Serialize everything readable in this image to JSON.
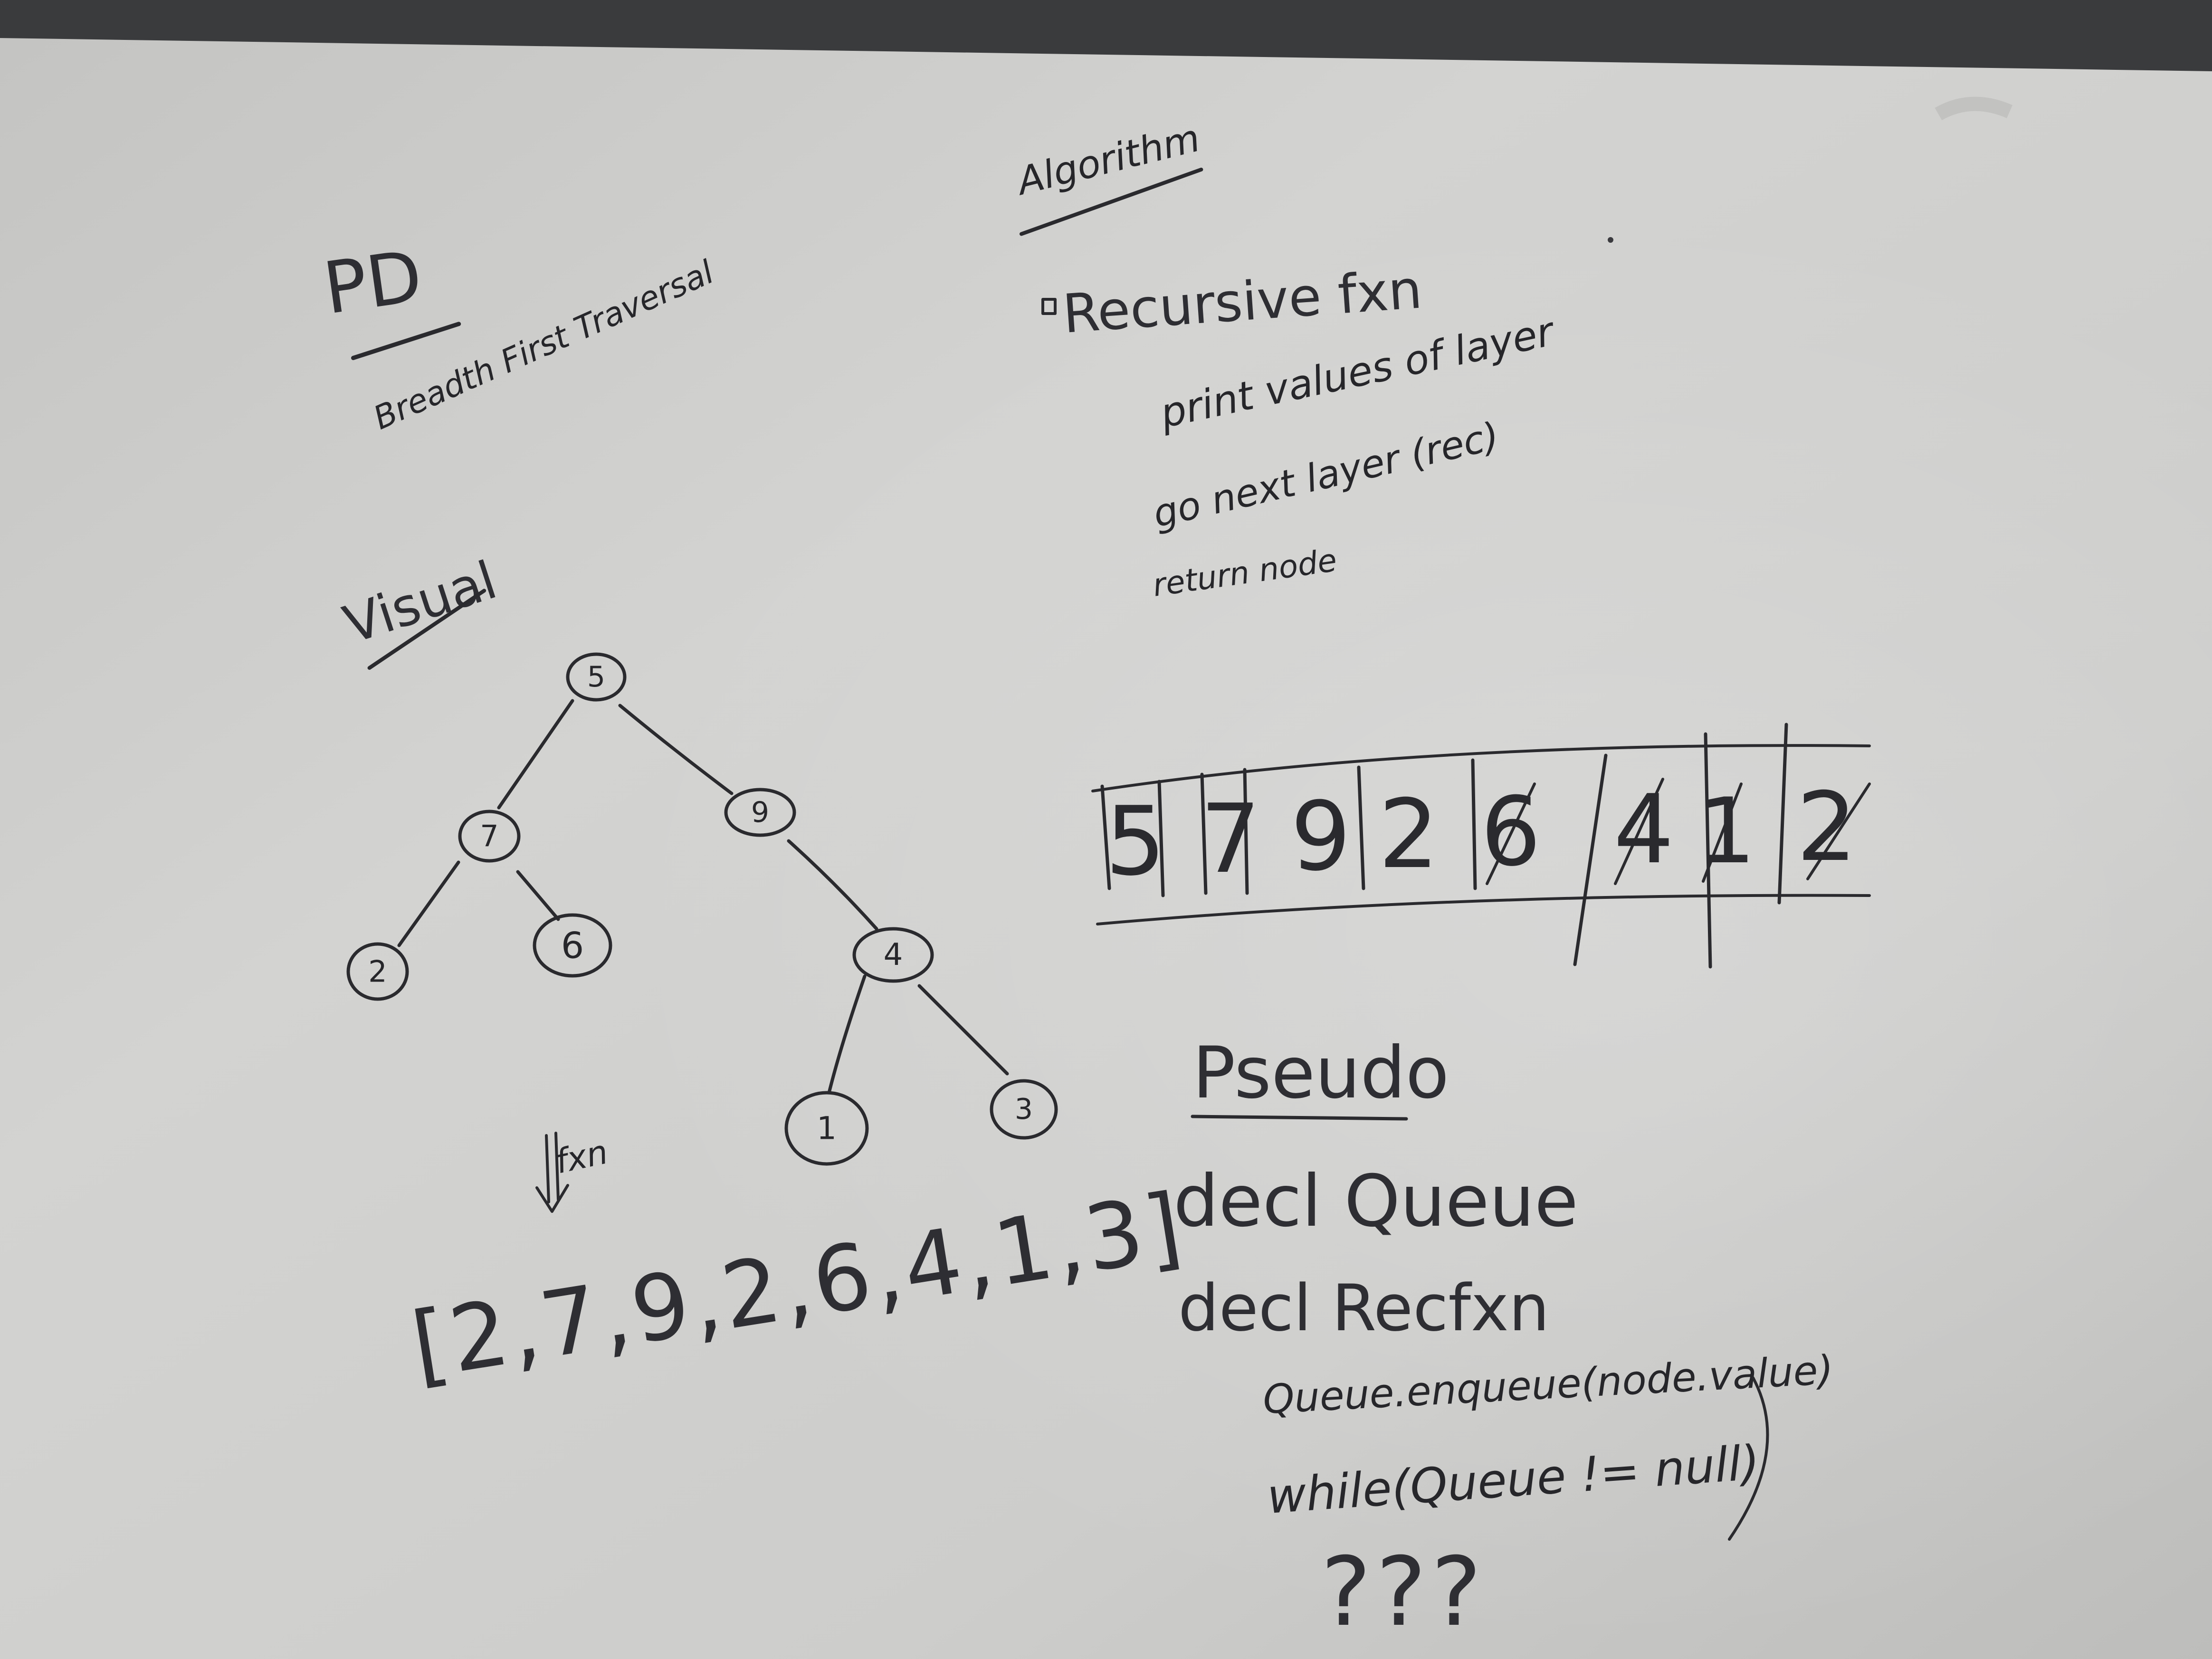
{
  "whiteboard": {
    "problem_heading": "PD",
    "problem_subtitle": "Breadth First Traversal",
    "visual_heading": "Visual",
    "tree_nodes": [
      "5",
      "7",
      "9",
      "2",
      "6",
      "4",
      "1",
      "3"
    ],
    "fxn_arrow_label": "fxn",
    "output_list": "[2,7,9,2,6,4,1,3]",
    "algorithm_heading": "Algorithm",
    "algorithm_item": "Recursive fxn",
    "algorithm_steps": [
      "print values of layer",
      "go next layer (rec)",
      "return node"
    ],
    "queue_cells": [
      "5",
      "7",
      "9",
      "2",
      "6",
      "4",
      "1",
      "2"
    ],
    "pseudo_heading": "Pseudo",
    "pseudo_lines": [
      "decl Queue",
      "decl Recfxn"
    ],
    "pseudo_sub_lines": [
      "Queue.enqueue(node.value)",
      "while(Queue != null)"
    ],
    "question_marks": "???"
  }
}
